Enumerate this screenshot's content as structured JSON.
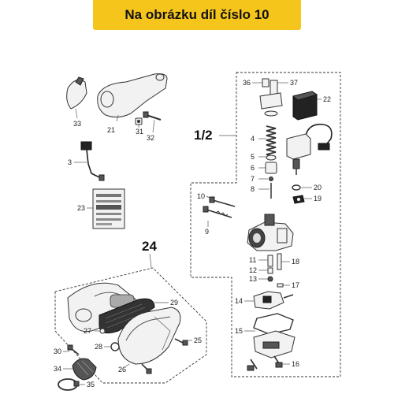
{
  "banner": {
    "text": "Na obrázku díl číslo 10"
  },
  "colors": {
    "banner_bg": "#f6c51c",
    "line": "#333333"
  },
  "group_labels": {
    "carburetor": "1/2",
    "air_filter": "24"
  },
  "labels": {
    "p3": "3",
    "p4": "4",
    "p5": "5",
    "p6": "6",
    "p7": "7",
    "p8": "8",
    "p9": "9",
    "p10": "10",
    "p11": "11",
    "p12": "12",
    "p13": "13",
    "p14": "14",
    "p15": "15",
    "p16": "16",
    "p17": "17",
    "p18": "18",
    "p19": "19",
    "p20": "20",
    "p21": "21",
    "p22": "22",
    "p23": "23",
    "p25": "25",
    "p26": "26",
    "p27": "27",
    "p28": "28",
    "p29": "29",
    "p30": "30",
    "p31": "31",
    "p32": "32",
    "p33": "33",
    "p34": "34",
    "p35": "35",
    "p36": "36",
    "p37": "37"
  }
}
